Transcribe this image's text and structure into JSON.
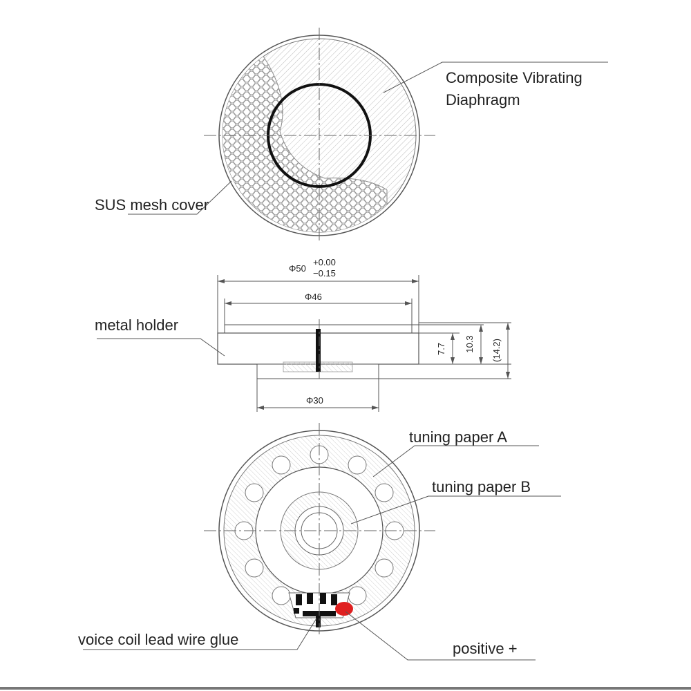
{
  "labels": {
    "composite_line1": "Composite Vibrating",
    "composite_line2": "Diaphragm",
    "mesh_cover": "SUS mesh cover",
    "metal_holder": "metal holder",
    "tuning_a": "tuning paper A",
    "tuning_b": "tuning paper B",
    "lead_glue": "voice coil lead wire glue",
    "positive": "positive +"
  },
  "dimensions": {
    "outer_diameter": "Φ50",
    "outer_tol_plus": "+0.00",
    "outer_tol_minus": "−0.15",
    "inner_diameter": "Φ46",
    "base_diameter": "Φ30",
    "height_body": "7.7",
    "height_mid": "10.3",
    "height_total": "(14.2)"
  },
  "colors": {
    "line": "#555555",
    "ring": "#111111",
    "positive_dot": "#e02020"
  }
}
